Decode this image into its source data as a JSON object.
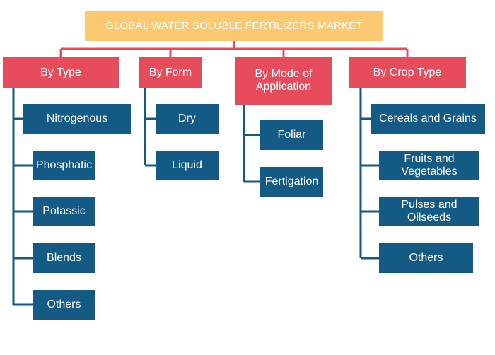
{
  "title": "GLOBAL WATER SOLUBLE FERTILIZERS MARKET",
  "categories": [
    {
      "label": "By Type",
      "items": [
        "Nitrogenous",
        "Phosphatic",
        "Potassic",
        "Blends",
        "Others"
      ]
    },
    {
      "label": "By Form",
      "items": [
        "Dry",
        "Liquid"
      ]
    },
    {
      "label": "By Mode of Application",
      "items": [
        "Foliar",
        "Fertigation"
      ]
    },
    {
      "label": "By Crop Type",
      "items": [
        "Cereals and Grains",
        "Fruits and Vegetables",
        "Pulses and Oilseeds",
        "Others"
      ]
    }
  ],
  "colors": {
    "root": "#fcc971",
    "category": "#e74c5d",
    "leaf": "#135a84",
    "connector_red": "#e74c5d",
    "connector_blue": "#135a84"
  }
}
